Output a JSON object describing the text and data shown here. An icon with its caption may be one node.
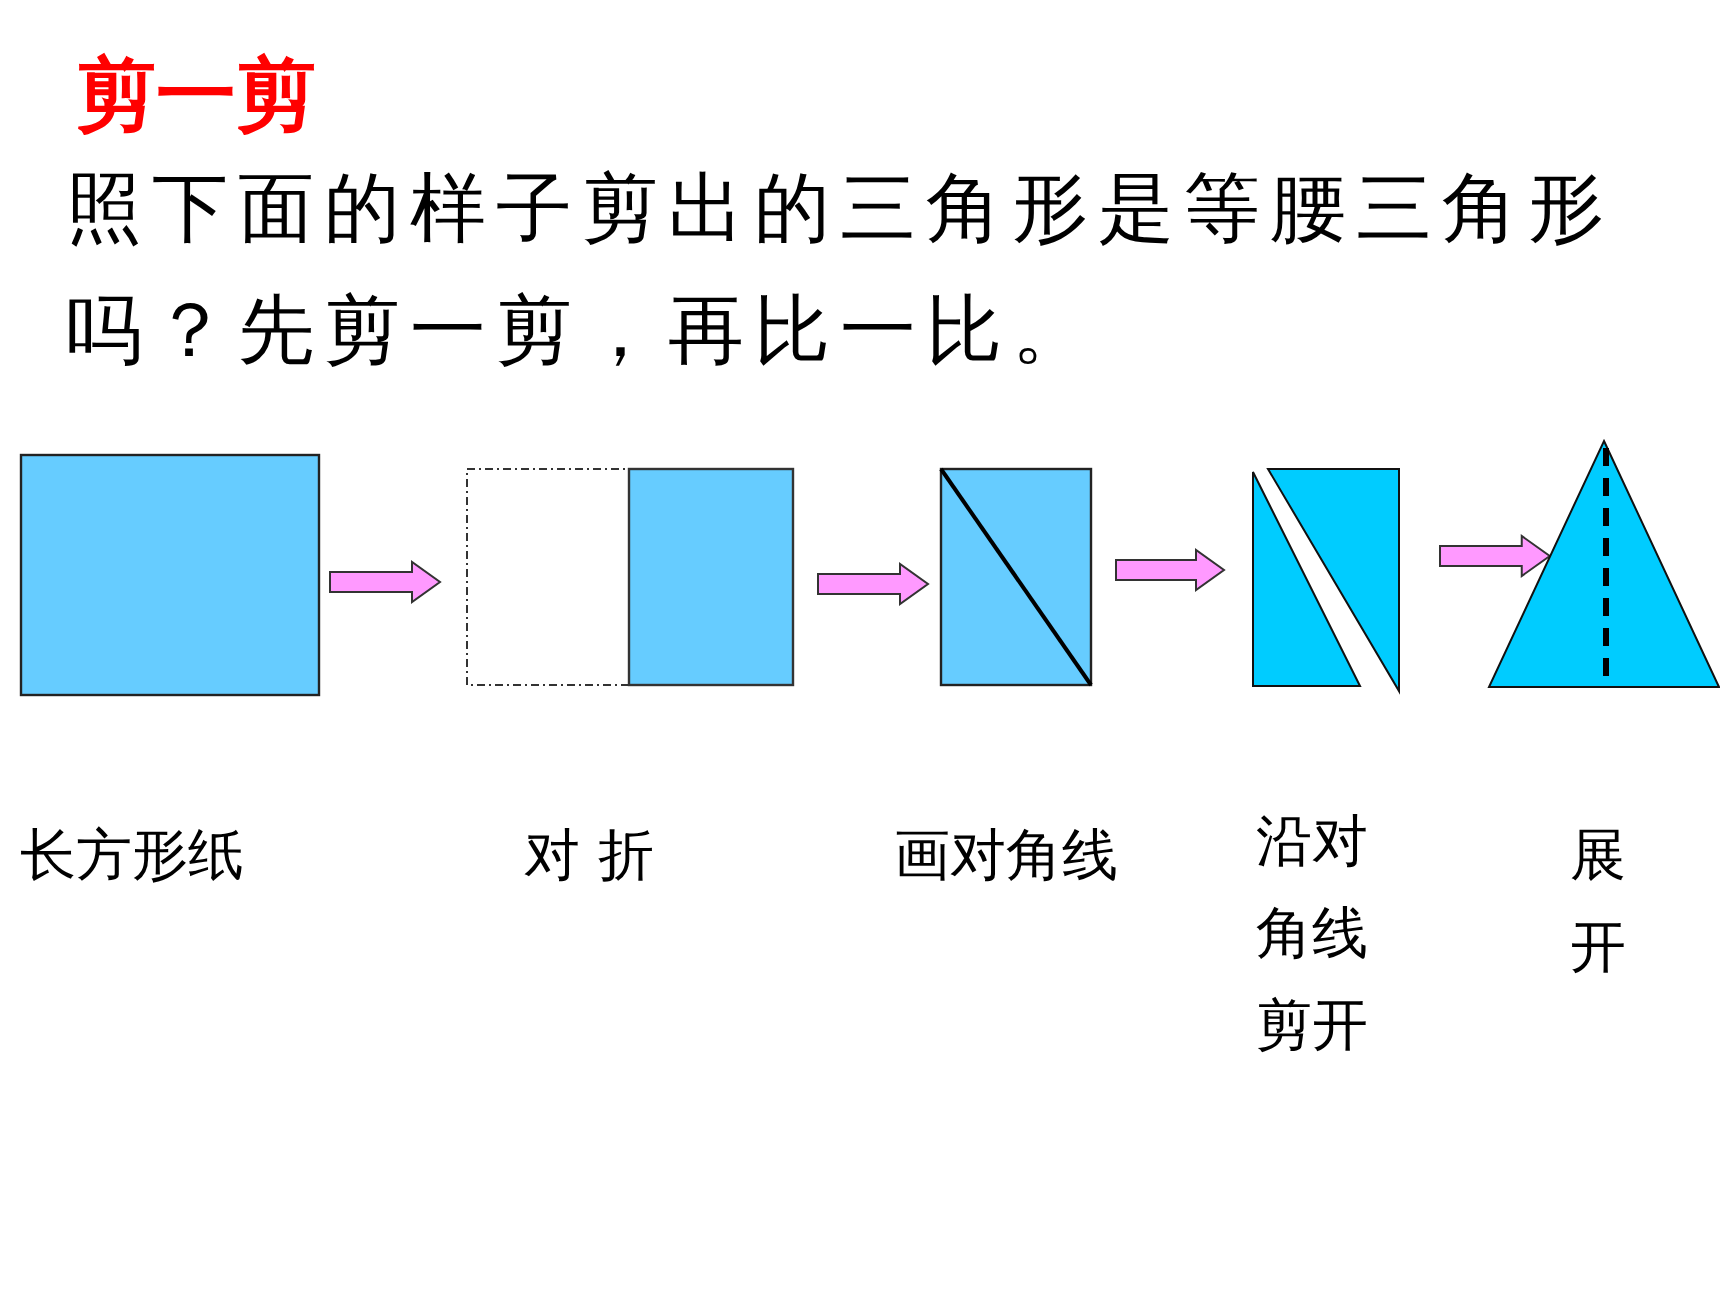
{
  "diagram": {
    "title": "剪一剪",
    "nodes": [
      {
        "text": [],
        "shape": "box",
        "beside": [
          "长方形纸"
        ]
      },
      {
        "text": [],
        "shape": "box",
        "beside": [
          "对 折"
        ]
      },
      {
        "text": [],
        "shape": "box",
        "beside": [
          "画对角线"
        ]
      },
      {
        "text": [],
        "shape": "picture",
        "beside": [
          "沿对角线剪开"
        ]
      },
      {
        "text": [],
        "shape": "triangle",
        "beside": [
          "展开"
        ]
      }
    ],
    "edges": [
      {
        "from": 0,
        "to": 1,
        "arrow": "to"
      },
      {
        "from": 1,
        "to": 2,
        "arrow": "to"
      },
      {
        "from": 2,
        "to": 3,
        "arrow": "to"
      },
      {
        "from": 3,
        "to": 4,
        "arrow": "to"
      }
    ],
    "labels": [
      "照下面的样子剪出的三角形是等腰三角形吗？先剪一剪，再比一比。"
    ]
  }
}
